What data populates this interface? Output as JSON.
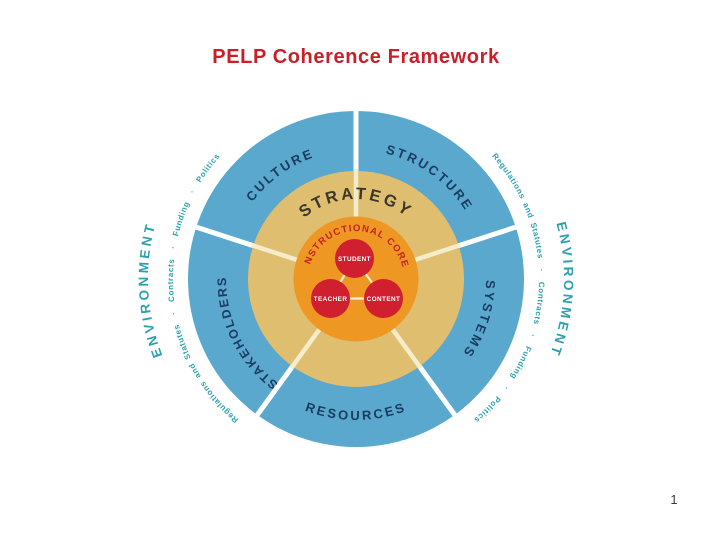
{
  "slide": {
    "title": "PELP Coherence Framework",
    "page_number": "1"
  },
  "diagram": {
    "environment_left": "ENVIRONMENT",
    "environment_right": "ENVIRONMENT",
    "context_left": "Regulations and Statutes  ·  Contracts  ·  Funding  ·  Politics",
    "context_right": "Regulations and Statutes  ·  Contracts  ·  Funding  ·  Politics",
    "segments": {
      "culture": "CULTURE",
      "structure": "STRUCTURE",
      "systems": "SYSTEMS",
      "resources": "RESOURCES",
      "stakeholders": "STAKEHOLDERS"
    },
    "strategy_label": "STRATEGY",
    "core_label": "INSTRUCTIONAL CORE",
    "core_nodes": {
      "student": "STUDENT",
      "teacher": "TEACHER",
      "content": "CONTENT"
    },
    "colors": {
      "ring_outer_blue": "#5aa8ce",
      "ring_middle_tan": "#dfbe70",
      "core_orange": "#ee9722",
      "node_red": "#d02030",
      "title_red": "#c8202a",
      "environment_teal": "#2d9fae",
      "segment_navy": "#1b3c60"
    }
  }
}
